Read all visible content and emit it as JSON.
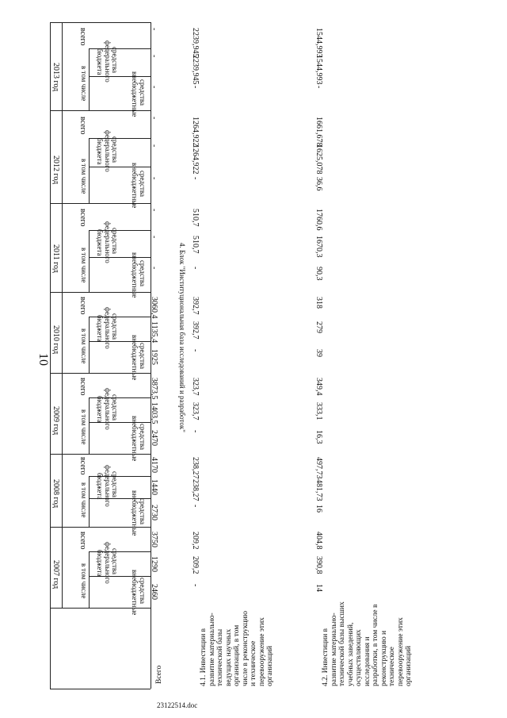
{
  "page_number": "10",
  "subsection_title": "4. Блок \"Институциональная база исследований и разработок\"",
  "footer_file": "23122514.doc",
  "labels": {
    "total": "всего",
    "in_that": "в том числе",
    "federal": "средства федерального бюджета",
    "federal_lines": [
      "средства",
      "федерального",
      "бюджета"
    ],
    "extra_lines": [
      "средства",
      "внебюджетные"
    ]
  },
  "years": [
    "2007 год",
    "2008 год",
    "2009 год",
    "2010 год",
    "2011 год",
    "2012 год",
    "2013 год"
  ],
  "rows": [
    {
      "label": "Всего",
      "values": [
        "3750",
        "1290",
        "2460",
        "4170",
        "1440",
        "2730",
        "3873,5",
        "1403,5",
        "2470",
        "3060,4",
        "1135,4",
        "1925",
        "-",
        "-",
        "-",
        "-",
        "-",
        "-",
        "-",
        "-",
        "-"
      ]
    },
    {
      "label": "4.1. Инвестиции в развитие материально-технической базы ведущих научных организаций, в том числе в реконструкцию и техническое перевооружение этих организаций",
      "values": [
        "209,2",
        "209,2",
        "-",
        "238,27",
        "238,27",
        "-",
        "323,7",
        "323,7",
        "-",
        "392,7",
        "392,7",
        "-",
        "510,7",
        "510,7",
        "-",
        "1264,922",
        "1264,922",
        "-",
        "2239,945",
        "2239,945",
        "-"
      ]
    },
    {
      "label": "4.2. Инвестиции в развитие материально-технической базы высших учебных заведений, осуществляющих исследования и разработки, в том числе в реконструкцию и техническое перевооружение этих организаций",
      "values": [
        "404,8",
        "390,8",
        "14",
        "497,73",
        "481,73",
        "16",
        "349,4",
        "333,1",
        "16,3",
        "318",
        "279",
        "39",
        "1760,6",
        "1670,3",
        "90,3",
        "1661,678",
        "1625,078",
        "36,6",
        "1544,993",
        "1544,993",
        "-"
      ]
    }
  ]
}
